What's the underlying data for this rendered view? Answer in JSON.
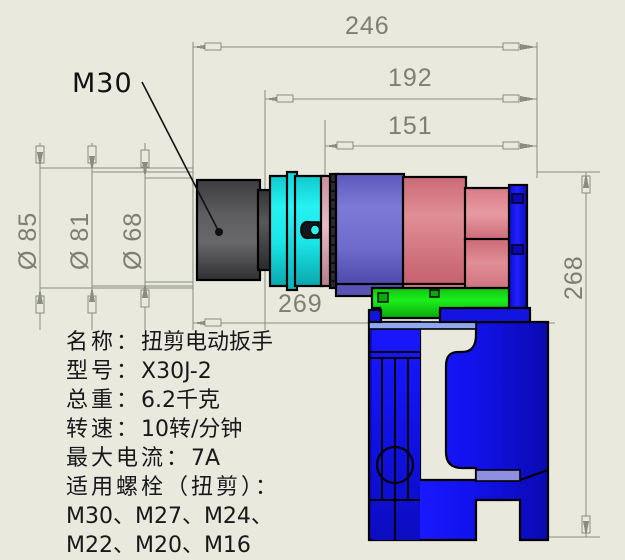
{
  "drawing": {
    "background_color": "#e9e9de",
    "title_callout": "M30",
    "dimensions": {
      "horizontal": [
        {
          "name": "overall-length",
          "value": "246"
        },
        {
          "name": "mid-length",
          "value": "192"
        },
        {
          "name": "gearbox-length",
          "value": "151"
        },
        {
          "name": "lower-length",
          "value": "269"
        }
      ],
      "vertical_left": [
        {
          "name": "outer-diameter",
          "value": "Ø 85"
        },
        {
          "name": "mid-diameter",
          "value": "Ø 81"
        },
        {
          "name": "socket-diameter",
          "value": "Ø 68"
        }
      ],
      "vertical_right": [
        {
          "name": "overall-height",
          "value": "268"
        }
      ]
    }
  },
  "spec": {
    "rows": [
      {
        "label": "名称：",
        "value": "扭剪电动扳手"
      },
      {
        "label": "型号：",
        "value": "X30J-2"
      },
      {
        "label": "总重：",
        "value": "6.2千克"
      },
      {
        "label": "转速：",
        "value": "10转/分钟"
      },
      {
        "label": "最大电流：",
        "value": "7A"
      },
      {
        "label": "适用螺栓（扭剪）：",
        "value": ""
      },
      {
        "label": "",
        "value": "M30、M27、M24、"
      },
      {
        "label": "",
        "value": "M22、M20、M16"
      }
    ]
  },
  "colors": {
    "dimension_line": "#8b8d80",
    "dimension_text": "#7d7f72",
    "socket_dark": "#4a4a4c",
    "cyan": "#1fe8e8",
    "pink_strip": "#d9a7b4",
    "gearbox_purple": "#6b68c8",
    "motor_red": "#d9707a",
    "green_base": "#12d612",
    "blue_body": "#1010f0",
    "outline": "#000000"
  }
}
